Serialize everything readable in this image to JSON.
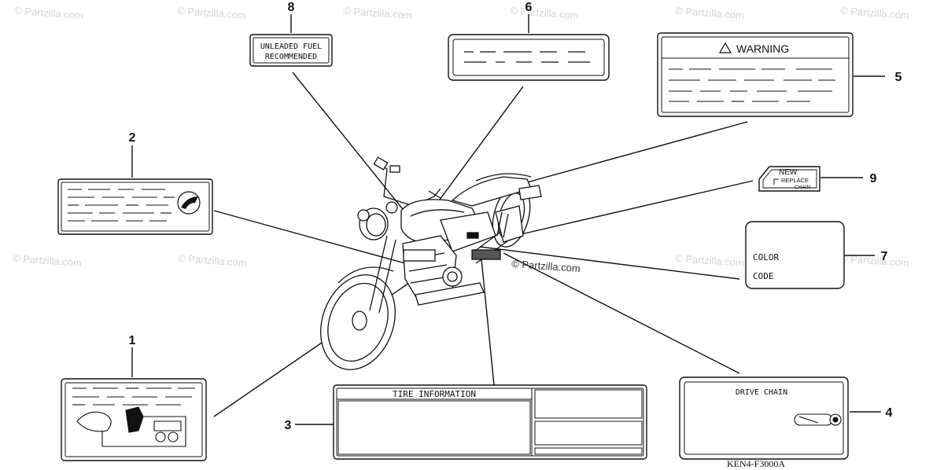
{
  "watermark": "© Partzilla.com",
  "diagram_code": "KEN4-F3000A",
  "callouts": {
    "c1": "1",
    "c2": "2",
    "c3": "3",
    "c4": "4",
    "c5": "5",
    "c6": "6",
    "c7": "7",
    "c8": "8",
    "c9": "9"
  },
  "labels": {
    "fuel_line1": "UNLEADED FUEL",
    "fuel_line2": "RECOMMENDED",
    "warning": "WARNING",
    "chain_new": "NEW",
    "chain_replace": "REPLACE",
    "chain_chain": "CHAIN",
    "color": "COLOR",
    "code": "CODE",
    "tire_information": "TIRE INFORMATION",
    "drive_chain": "DRIVE CHAIN"
  }
}
